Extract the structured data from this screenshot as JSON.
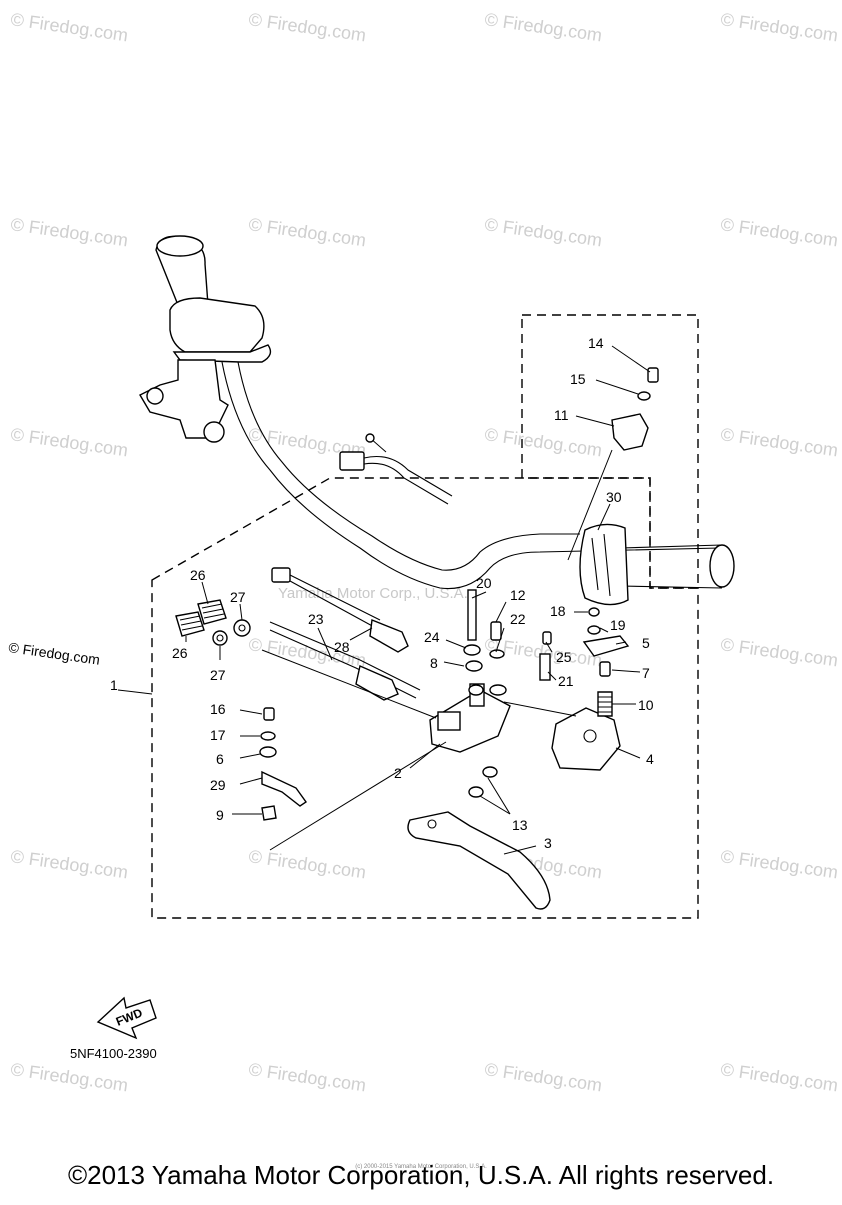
{
  "diagram": {
    "part_labels": [
      "1",
      "2",
      "3",
      "4",
      "5",
      "6",
      "7",
      "8",
      "9",
      "10",
      "11",
      "12",
      "13",
      "14",
      "15",
      "16",
      "17",
      "18",
      "19",
      "20",
      "21",
      "22",
      "23",
      "24",
      "25",
      "26",
      "26",
      "27",
      "27",
      "28",
      "29",
      "30"
    ],
    "watermark": "Firedog.com",
    "watermark_symbol": "©",
    "faint_center_watermark": "Yamaha Motor Corp., U.S.A.",
    "side_watermark": "© Firedog.com",
    "fwd_label": "FWD",
    "diagram_code": "5NF4100-2390"
  },
  "footer": {
    "copyright": "©2013 Yamaha Motor Corporation, U.S.A. All rights reserved.",
    "tiny_note": "(c) 2000-2015 Yamaha Motor Corporation, U.S.A."
  }
}
